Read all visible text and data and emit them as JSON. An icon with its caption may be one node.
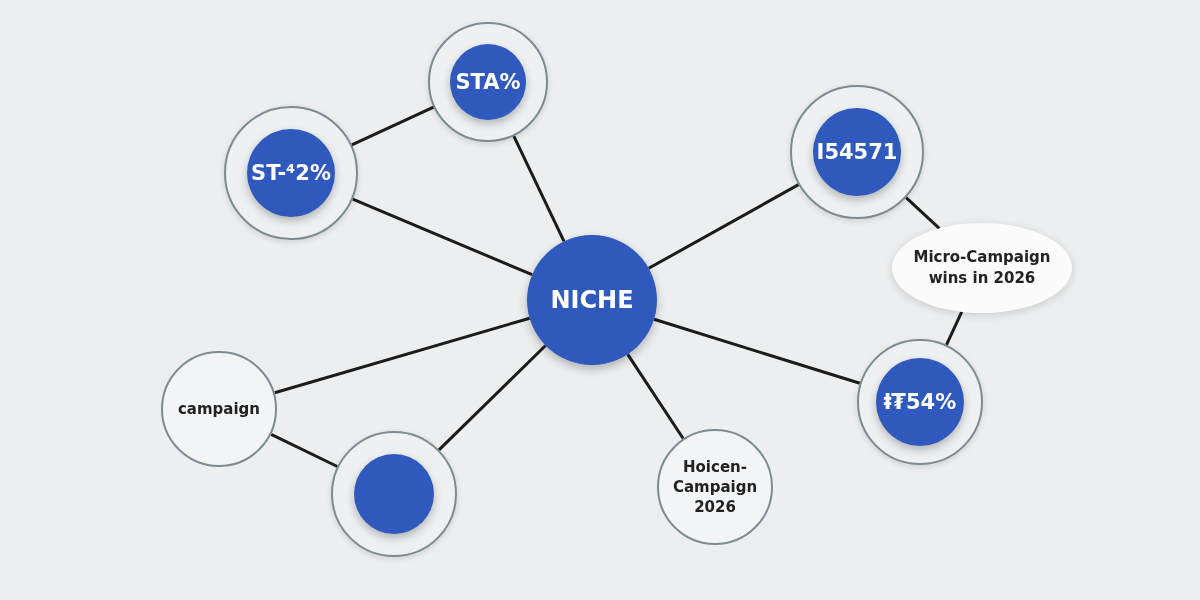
{
  "diagram": {
    "nodes": [
      {
        "text": [
          "STA%"
        ]
      },
      {
        "text": [
          "ST-⁴2%"
        ]
      },
      {
        "text": [
          "I54571"
        ]
      },
      {
        "text": [
          "NICHE"
        ]
      },
      {
        "text": [
          "Micro-Campaign wins in 2026"
        ]
      },
      {
        "text": [
          "ⱡ₮54%"
        ]
      },
      {
        "text": [
          "campaign"
        ]
      },
      {
        "text": [],
        "shape": "circle"
      },
      {
        "text": [
          "Hoicen-Campaign 2026"
        ]
      }
    ],
    "edges": [
      {
        "from": 3,
        "to": 0,
        "arrow": "none"
      },
      {
        "from": 3,
        "to": 1,
        "arrow": "none"
      },
      {
        "from": 1,
        "to": 0,
        "arrow": "none"
      },
      {
        "from": 3,
        "to": 2,
        "arrow": "none"
      },
      {
        "from": 2,
        "to": 4,
        "arrow": "none"
      },
      {
        "from": 4,
        "to": 5,
        "arrow": "none"
      },
      {
        "from": 3,
        "to": 5,
        "arrow": "none"
      },
      {
        "from": 3,
        "to": 6,
        "arrow": "none"
      },
      {
        "from": 6,
        "to": 7,
        "arrow": "none"
      },
      {
        "from": 3,
        "to": 7,
        "arrow": "none"
      },
      {
        "from": 3,
        "to": 8,
        "arrow": "none"
      }
    ]
  }
}
